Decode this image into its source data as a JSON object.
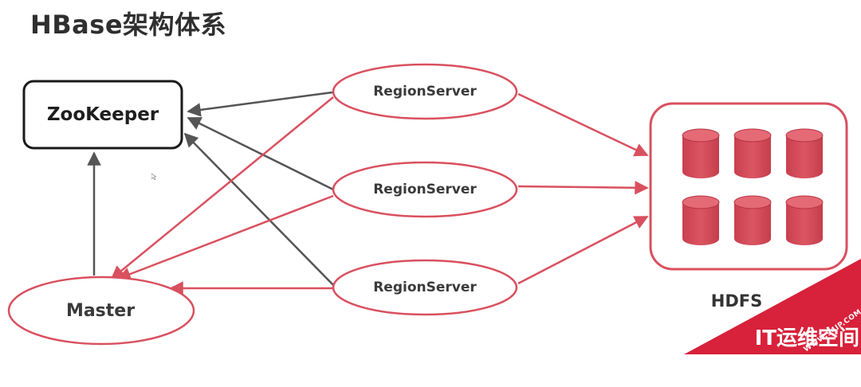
{
  "title": "HBase架构体系",
  "nodes": {
    "zookeeper": "ZooKeeper",
    "region_servers": [
      "RegionServer",
      "RegionServer",
      "RegionServer"
    ],
    "master": "Master",
    "hdfs": "HDFS"
  },
  "watermark": {
    "url": "WWW.94IP.COM",
    "brand": "IT运维空间"
  },
  "colors": {
    "accent_red": "#d9505f",
    "dark_arrow": "#555555",
    "text": "#333333",
    "watermark_red": "#d8213a"
  }
}
